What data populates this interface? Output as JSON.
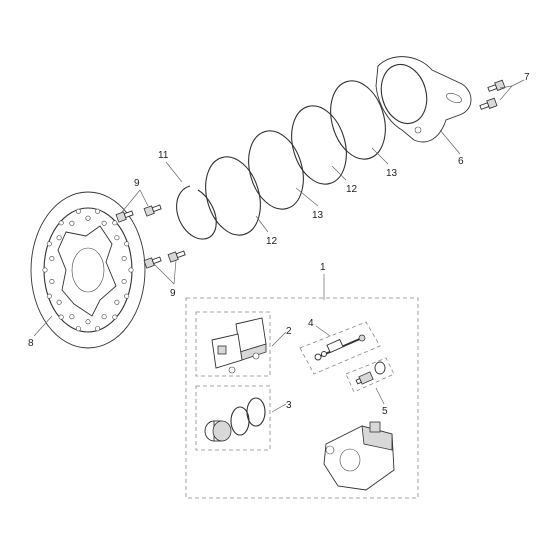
{
  "callouts": {
    "c1": "1",
    "c2": "2",
    "c3": "3",
    "c4": "4",
    "c5": "5",
    "c6": "6",
    "c7": "7",
    "c8": "8",
    "c9a": "9",
    "c9b": "9",
    "c11": "11",
    "c12a": "12",
    "c12b": "12",
    "c13a": "13",
    "c13b": "13"
  }
}
